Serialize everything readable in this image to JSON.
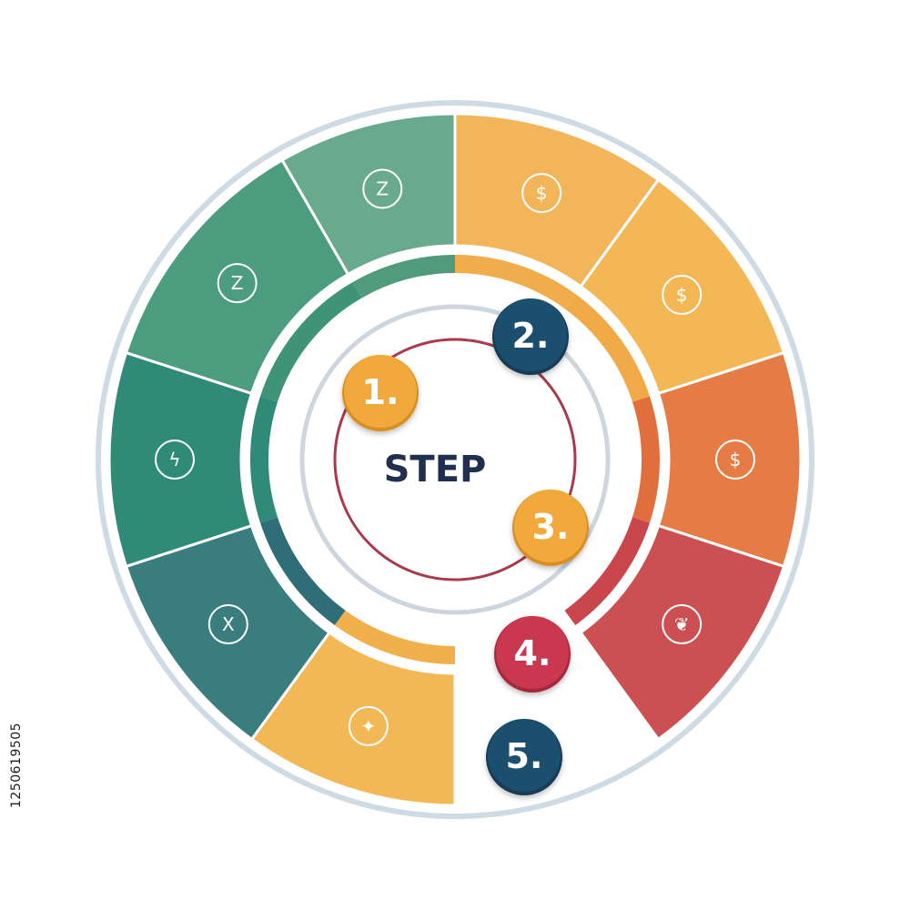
{
  "center": {
    "label": "STEP"
  },
  "colors": {
    "outer_ring": "#cfdbe4",
    "inner_ring": "#cdd6de",
    "center_ring": "#a83a4c",
    "divider": "#ffffff"
  },
  "segments": [
    {
      "id": "seg-1",
      "icon": "letter-z-icon",
      "glyph": "Z",
      "color": "#6aaa8c",
      "inner_color": "#4f9b7c"
    },
    {
      "id": "seg-2",
      "icon": "dollar-icon",
      "glyph": "$",
      "color": "#f3b55a",
      "inner_color": "#f1ac4c"
    },
    {
      "id": "seg-3",
      "icon": "dollar-icon",
      "glyph": "$",
      "color": "#f3b855",
      "inner_color": "#f0aa48"
    },
    {
      "id": "seg-4",
      "icon": "dollar-icon",
      "glyph": "$",
      "color": "#e57b45",
      "inner_color": "#e16f3e"
    },
    {
      "id": "seg-5",
      "icon": "leaf-icon",
      "glyph": "❦",
      "color": "#cc4f52",
      "inner_color": "#c9464d"
    },
    {
      "id": "seg-6",
      "icon": "shield-icon",
      "glyph": "✦",
      "color": "#f3b856",
      "inner_color": "#f1b04b"
    },
    {
      "id": "seg-7",
      "icon": "letter-x-icon",
      "glyph": "X",
      "color": "#3a7d7f",
      "inner_color": "#2f6d78"
    },
    {
      "id": "seg-8",
      "icon": "lightning-icon",
      "glyph": "ϟ",
      "color": "#2f8a77",
      "inner_color": "#2f8a77"
    },
    {
      "id": "seg-9",
      "icon": "letter-z-icon",
      "glyph": "Z",
      "color": "#4c9c80",
      "inner_color": "#3f9478"
    }
  ],
  "badges": [
    {
      "label": "1.",
      "color": "#f2a93b",
      "shade": "#d98e22"
    },
    {
      "label": "2.",
      "color": "#1e4f6e",
      "shade": "#123a54"
    },
    {
      "label": "3.",
      "color": "#f2a93b",
      "shade": "#d98e22"
    },
    {
      "label": "4.",
      "color": "#c9394f",
      "shade": "#a8283e"
    },
    {
      "label": "5.",
      "color": "#1e4f6e",
      "shade": "#123a54"
    }
  ],
  "stock_id": "1250619505"
}
